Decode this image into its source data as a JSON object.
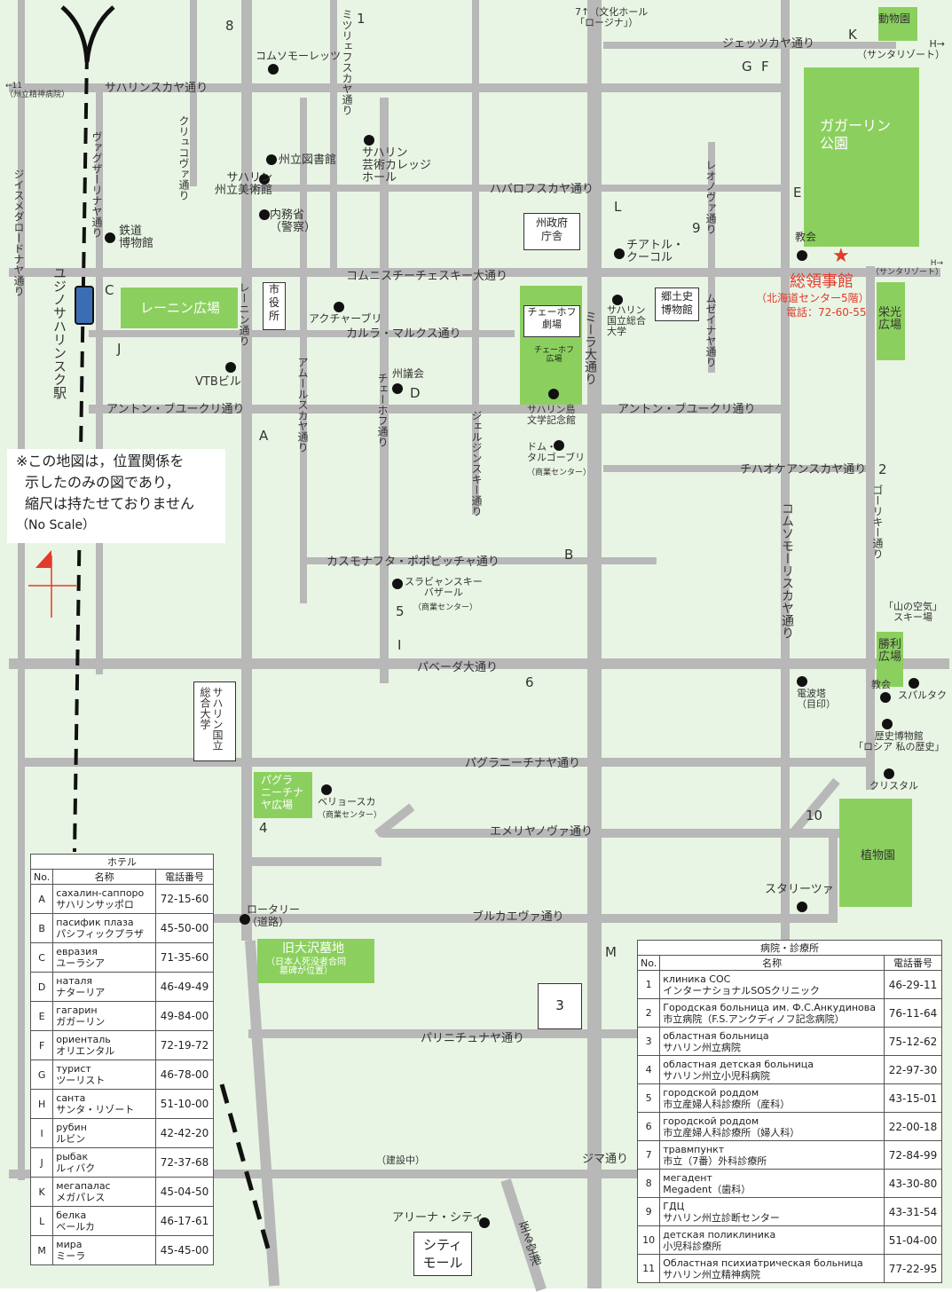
{
  "roads": {
    "sakhalinskaya": "サハリンスカヤ通り",
    "dzhetskaya": "ジェッツカヤ通り",
    "khabarovskaya": "ハバロフスカヤ通り",
    "kommunisticheskiy": "コムニスチーチェスキー大通り",
    "karl_marx": "カルラ・マルクス通り",
    "anton_buyukly_w": "アントン・ブユークリ通り",
    "anton_buyukly_e": "アントン・ブユークリ通り",
    "chekhova_st": "チハオケアンスカヤ通り",
    "kosmonavta": "カスモナフタ・ポポビッチャ通り",
    "pobedy": "パベーダ大通り",
    "bogrodnicheskaya": "パグラニーチナヤ通り",
    "emelyanova": "エメリヤノヴァ通り",
    "bulvarnaya": "ブルカエヴァ通り",
    "pogranichnaya": "パリニチュナヤ通り",
    "zima": "ジマ通り",
    "under_construction": "（建設中）",
    "vokzalnaya_v": "ヴァグザーリナヤ通り",
    "dzhetskaya_v": "ジイスメダロードナヤ通り",
    "krivzova": "クリュコヴァ通り",
    "mitsulevskaya": "ミツリェフスカヤ通り",
    "lenina": "レーニン通り",
    "amurskaya": "アムールスカヤ通り",
    "chekhova": "チェーホフ通り",
    "dzerzhinskogo": "ジェルジンスキー通り",
    "mira": "ミーラ大通り",
    "lermontova": "レオノヴァ通り",
    "muzeinaya": "ムゼイナヤ通り",
    "komsomolskaya": "コムソモーリスカヤ通り",
    "gorkogo": "ゴーリキー通り",
    "to_airport": "至る空港"
  },
  "pois": {
    "komsomolets": "コムソモーレッツ",
    "library": "州立図書館",
    "art_museum": "サハリン\n州立美術館",
    "college": "サハリン\n芸術カレッジ\nホール",
    "interior": "内務省\n（警察）",
    "railway_museum": "鉄道\n博物館",
    "lenin_square": "レーニン広場",
    "city_hall": "市\n役\n所",
    "akchaevka": "アクチャーブリ",
    "vtb": "VTBビル",
    "regional_govt": "州政府\n庁舎",
    "chekhov_theater": "チェーホフ\n劇場",
    "chekhov_square": "チェーホフ\n広場",
    "chitalnya": "チアトル・\nクーコル",
    "state_university": "サハリン\n国立総合\n大学",
    "local_museum": "郷土史\n博物館",
    "parliament": "州議会",
    "literary_museum": "サハリン島\n文学記念館",
    "dom_torgovli": "ドム・\nタルゴーブリ",
    "dom_torgovli_sub": "（商業センター）",
    "gagarin_park": "ガガーリン\n公園",
    "church": "教会",
    "consulate": "総領事館",
    "consulate_sub": "（北海道センター5階）",
    "consulate_tel": "電話：72-60-55",
    "sakae_square": "栄光\n広場",
    "slavyanskiy": "スラビャンスキー\nバザール",
    "slavyanskiy_sub": "（商業センター）",
    "victory_square": "勝利\n広場",
    "church2": "教会",
    "spartak": "スパルタク",
    "tv_tower": "電波塔\n（目印）",
    "history_museum": "歴史博物館\n「ロシア 私の歴史」",
    "kristall": "クリスタル",
    "sakhalin_univ": "サハリン国立\n総合大学",
    "bogradnicheskaya_sq": "パグラ\nニーチナ\nヤ広場",
    "velyuska": "ベリョースカ",
    "velyuska_sub": "（商業センター）",
    "botanical": "植物園",
    "starets": "スタリーツァ",
    "rotary": "ロータリー\n（道路）",
    "old_cemetery": "旧大沢墓地",
    "old_cemetery_sub": "（日本人死没者合同\n墓碑が位置）",
    "arena_city": "アリーナ・シティ",
    "city_mall": "シティ\nモール",
    "zoo": "動物園",
    "station": "ユジノサハリンスク駅",
    "culture_hall": "7↑（文化ホール\n「ロージナ」）",
    "to_santa": "H→\n（サンタリゾート）",
    "to_santa2": "H→\n（サンタリゾート）",
    "mountain_air": "「山の空気」\nスキー場",
    "to_11": "←11\n（州立精神病院）"
  },
  "letters": {
    "A": "A",
    "B": "B",
    "C": "C",
    "D": "D",
    "E": "E",
    "F": "F",
    "G": "G",
    "I": "I",
    "J": "J",
    "K": "K",
    "L": "L",
    "M": "M"
  },
  "numbers": {
    "n1": "1",
    "n2": "2",
    "n3": "3",
    "n4": "4",
    "n5": "5",
    "n6": "6",
    "n8": "8",
    "n9": "9",
    "n10": "10"
  },
  "note": {
    "line1": "※この地図は，位置関係を",
    "line2": "示したのみの図であり，",
    "line3": "縮尺は持たせておりません",
    "line4": "（No Scale）"
  },
  "hotels": {
    "caption": "ホテル",
    "col_no": "No.",
    "col_name": "名称",
    "col_tel": "電話番号",
    "rows": [
      {
        "no": "A",
        "ru": "сахалин-саппоро",
        "ja": "サハリンサッポロ",
        "tel": "72-15-60"
      },
      {
        "no": "B",
        "ru": "пасифик плаза",
        "ja": "パシフィックプラザ",
        "tel": "45-50-00"
      },
      {
        "no": "C",
        "ru": "евразия",
        "ja": "ユーラシア",
        "tel": "71-35-60"
      },
      {
        "no": "D",
        "ru": "наталя",
        "ja": "ナターリア",
        "tel": "46-49-49"
      },
      {
        "no": "E",
        "ru": "гагарин",
        "ja": "ガガーリン",
        "tel": "49-84-00"
      },
      {
        "no": "F",
        "ru": "ориенталь",
        "ja": "オリエンタル",
        "tel": "72-19-72"
      },
      {
        "no": "G",
        "ru": "турист",
        "ja": "ツーリスト",
        "tel": "46-78-00"
      },
      {
        "no": "H",
        "ru": "санта",
        "ja": "サンタ・リゾート",
        "tel": "51-10-00"
      },
      {
        "no": "I",
        "ru": "рубин",
        "ja": "ルビン",
        "tel": "42-42-20"
      },
      {
        "no": "J",
        "ru": "рыбак",
        "ja": "ルィバク",
        "tel": "72-37-68"
      },
      {
        "no": "K",
        "ru": "мегапалас",
        "ja": "メガパレス",
        "tel": "45-04-50"
      },
      {
        "no": "L",
        "ru": "белка",
        "ja": "ベールカ",
        "tel": "46-17-61"
      },
      {
        "no": "M",
        "ru": "мира",
        "ja": "ミーラ",
        "tel": "45-45-00"
      }
    ]
  },
  "hospitals": {
    "caption": "病院・診療所",
    "col_no": "No.",
    "col_name": "名称",
    "col_tel": "電話番号",
    "rows": [
      {
        "no": "1",
        "ru": "клиника СОС",
        "ja": "インターナショナルSOSクリニック",
        "tel": "46-29-11"
      },
      {
        "no": "2",
        "ru": "Городская больница им. Ф.С.Анкудинова",
        "ja": "市立病院（F.S.アンクディノフ記念病院）",
        "tel": "76-11-64"
      },
      {
        "no": "3",
        "ru": "областная больница",
        "ja": "サハリン州立病院",
        "tel": "75-12-62"
      },
      {
        "no": "4",
        "ru": "областная детская больница",
        "ja": "サハリン州立小児科病院",
        "tel": "22-97-30"
      },
      {
        "no": "5",
        "ru": "городской роддом",
        "ja": "市立産婦人科診療所（産科）",
        "tel": "43-15-01"
      },
      {
        "no": "6",
        "ru": "городской роддом",
        "ja": "市立産婦人科診療所（婦人科）",
        "tel": "22-00-18"
      },
      {
        "no": "7",
        "ru": "травмпункт",
        "ja": "市立（7番）外科診療所",
        "tel": "72-84-99"
      },
      {
        "no": "8",
        "ru": "мегадент",
        "ja": "Megadent（歯科）",
        "tel": "43-30-80"
      },
      {
        "no": "9",
        "ru": "ГДЦ",
        "ja": "サハリン州立診断センター",
        "tel": "43-31-54"
      },
      {
        "no": "10",
        "ru": "детская поликлиника",
        "ja": "小児科診療所",
        "tel": "51-04-00"
      },
      {
        "no": "11",
        "ru": "Областная психиатрическая больница",
        "ja": "サハリン州立精神病院",
        "tel": "77-22-95"
      }
    ]
  },
  "colors": {
    "road": "#b8b8b8",
    "park": "#8bd05e",
    "background": "#e9f5e4",
    "consulate": "#e23a2b",
    "station": "#3b6db5"
  }
}
